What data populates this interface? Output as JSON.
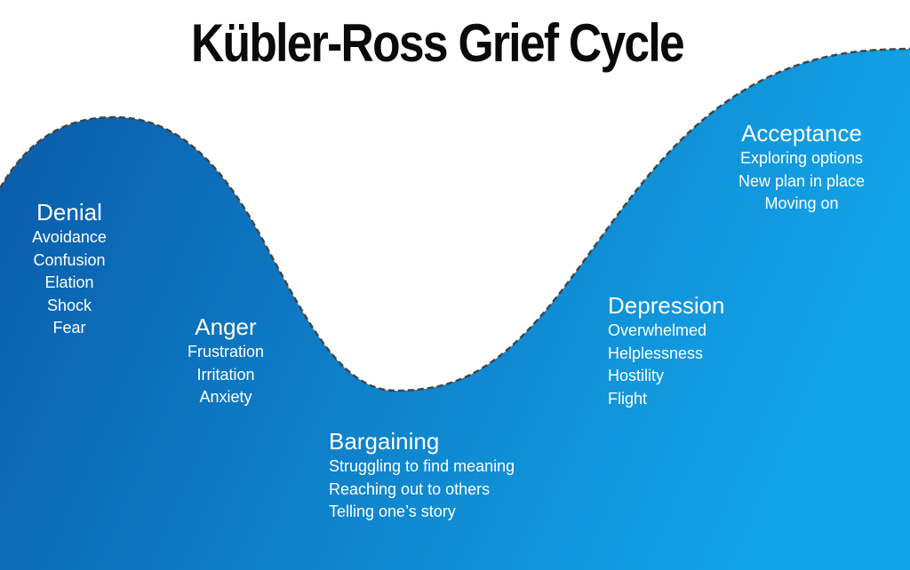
{
  "title": "Kübler-Ross Grief Cycle",
  "colors": {
    "fill_dark": "#0a5aa8",
    "fill_light": "#12a4e8",
    "outline": "#444444",
    "text_light": "#ffffff",
    "title": "#0a0a0a"
  },
  "stages": [
    {
      "heading": "Denial",
      "items": [
        "Avoidance",
        "Confusion",
        "Elation",
        "Shock",
        "Fear"
      ]
    },
    {
      "heading": "Anger",
      "items": [
        "Frustration",
        "Irritation",
        "Anxiety"
      ]
    },
    {
      "heading": "Bargaining",
      "items": [
        "Struggling to find meaning",
        "Reaching out to others",
        "Telling one’s story"
      ]
    },
    {
      "heading": "Depression",
      "items": [
        "Overwhelmed",
        "Helplessness",
        "Hostility",
        "Flight"
      ]
    },
    {
      "heading": "Acceptance",
      "items": [
        "Exploring options",
        "New plan in place",
        "Moving on"
      ]
    }
  ]
}
